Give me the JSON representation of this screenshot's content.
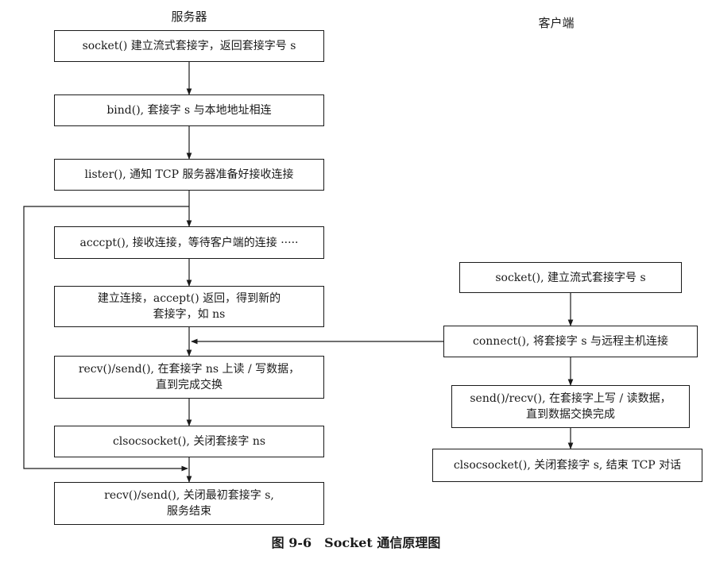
{
  "server": {
    "title": "服务器",
    "steps": [
      {
        "line1": "socket() 建立流式套接字，返回套接字号 s",
        "line2": ""
      },
      {
        "line1": "bind(), 套接字 s 与本地地址相连",
        "line2": ""
      },
      {
        "line1": "lister(), 通知 TCP 服务器准备好接收连接",
        "line2": ""
      },
      {
        "line1": "acccpt(), 接收连接，等待客户端的连接 ·····",
        "line2": ""
      },
      {
        "line1": "建立连接，accept() 返回，得到新的",
        "line2": "套接字，如 ns"
      },
      {
        "line1": "recv()/send(), 在套接字 ns 上读 / 写数据，",
        "line2": "直到完成交换"
      },
      {
        "line1": "clsocsocket(), 关闭套接字 ns",
        "line2": ""
      },
      {
        "line1": "recv()/send(), 关闭最初套接字 s,",
        "line2": "服务结束"
      }
    ]
  },
  "client": {
    "title": "客户端",
    "steps": [
      {
        "line1": "socket(), 建立流式套接字号 s",
        "line2": ""
      },
      {
        "line1": "connect(), 将套接字 s 与远程主机连接",
        "line2": ""
      },
      {
        "line1": "send()/recv(), 在套接字上写 / 读数据，",
        "line2": "直到数据交换完成"
      },
      {
        "line1": "clsocsocket(), 关闭套接字 s, 结束 TCP 对话",
        "line2": ""
      }
    ]
  },
  "caption": "图 9-6　Socket 通信原理图"
}
